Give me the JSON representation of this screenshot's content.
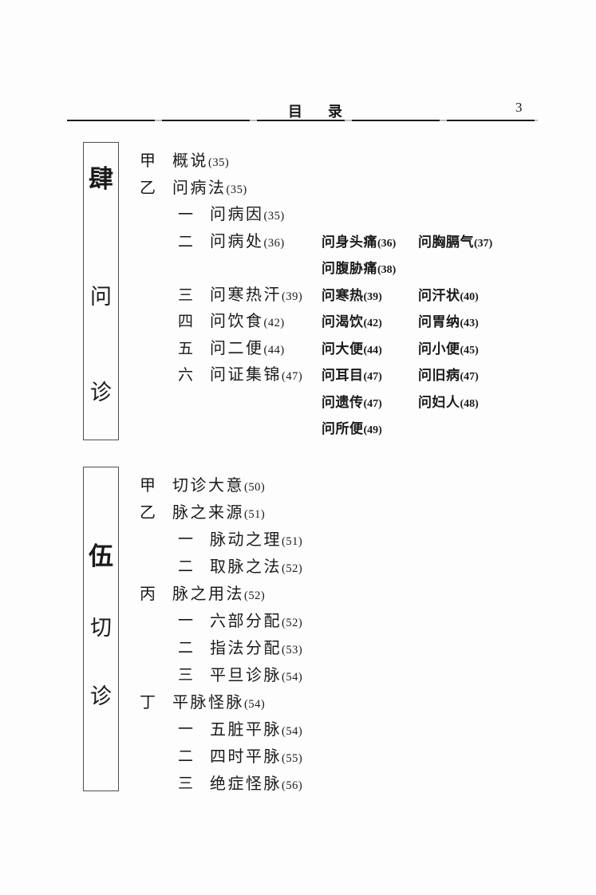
{
  "colors": {
    "ink": "#1a1a1a",
    "paper": "#fdfdfd"
  },
  "header": {
    "title_char_1": "目",
    "title_char_2": "录",
    "page_number": "3"
  },
  "side_tabs": [
    {
      "numeral": "肆",
      "char_2": "问",
      "char_3": "诊"
    },
    {
      "numeral": "伍",
      "char_2": "切",
      "char_3": "诊"
    }
  ],
  "s4": {
    "rows": [
      {
        "label": "甲",
        "title": "概说",
        "page": "(35)"
      },
      {
        "label": "乙",
        "title": "问病法",
        "page": "(35)"
      },
      {
        "label": "一",
        "title": "问病因",
        "page": "(35)"
      },
      {
        "label": "二",
        "title": "问病处",
        "page": "(36)",
        "c3": "问身头痛",
        "c3p": "(36)",
        "c4": "问胸膈气",
        "c4p": "(37)"
      },
      {
        "c3": "问腹胁痛",
        "c3p": "(38)"
      },
      {
        "label": "三",
        "title": "问寒热汗",
        "page": "(39)",
        "c3": "问寒热",
        "c3p": "(39)",
        "c4": "问汗状",
        "c4p": "(40)"
      },
      {
        "label": "四",
        "title": "问饮食",
        "page": "(42)",
        "c3": "问渴饮",
        "c3p": "(42)",
        "c4": "问胃纳",
        "c4p": "(43)"
      },
      {
        "label": "五",
        "title": "问二便",
        "page": "(44)",
        "c3": "问大便",
        "c3p": "(44)",
        "c4": "问小便",
        "c4p": "(45)"
      },
      {
        "label": "六",
        "title": "问证集锦",
        "page": "(47)",
        "c3": "问耳目",
        "c3p": "(47)",
        "c4": "问旧病",
        "c4p": "(47)"
      },
      {
        "c3": "问遗传",
        "c3p": "(47)",
        "c4": "问妇人",
        "c4p": "(48)"
      },
      {
        "c3": "问所便",
        "c3p": "(49)"
      }
    ]
  },
  "s5": {
    "rows": [
      {
        "label": "甲",
        "title": "切诊大意",
        "page": "(50)"
      },
      {
        "label": "乙",
        "title": "脉之来源",
        "page": "(51)"
      },
      {
        "label": "一",
        "title": "脉动之理",
        "page": "(51)"
      },
      {
        "label": "二",
        "title": "取脉之法",
        "page": "(52)"
      },
      {
        "label": "丙",
        "title": "脉之用法",
        "page": "(52)"
      },
      {
        "label": "一",
        "title": "六部分配",
        "page": "(52)"
      },
      {
        "label": "二",
        "title": "指法分配",
        "page": "(53)"
      },
      {
        "label": "三",
        "title": "平旦诊脉",
        "page": "(54)"
      },
      {
        "label": "丁",
        "title": "平脉怪脉",
        "page": "(54)"
      },
      {
        "label": "一",
        "title": "五脏平脉",
        "page": "(54)"
      },
      {
        "label": "二",
        "title": "四时平脉",
        "page": "(55)"
      },
      {
        "label": "三",
        "title": "绝症怪脉",
        "page": "(56)"
      }
    ]
  }
}
